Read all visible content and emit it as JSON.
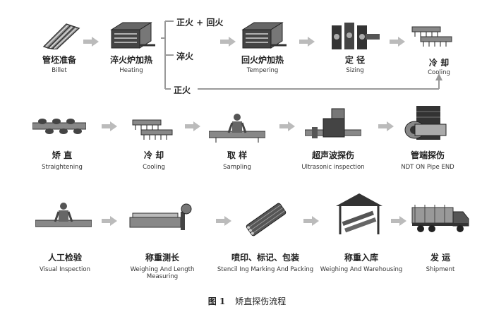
{
  "row1": [
    {
      "cn": "管坯准备",
      "en": "Billet",
      "icon": "billet-icon"
    },
    {
      "cn": "淬火炉加热",
      "en": "Heating",
      "icon": "furnace-icon"
    },
    {
      "cn": "回火炉加热",
      "en": "Tempering",
      "icon": "tempering-furnace-icon"
    },
    {
      "cn": "定 径",
      "en": "Sizing",
      "icon": "sizing-mill-icon"
    },
    {
      "cn": "冷 却",
      "en": "Cooling",
      "icon": "cooling-bed-icon"
    }
  ],
  "branches": [
    "正火 + 回火",
    "淬火",
    "正火"
  ],
  "row2": [
    {
      "cn": "矫 直",
      "en": "Straightening",
      "icon": "straightener-icon"
    },
    {
      "cn": "冷 却",
      "en": "Cooling",
      "icon": "cooling-bed-icon"
    },
    {
      "cn": "取 样",
      "en": "Sampling",
      "icon": "sampling-worker-icon"
    },
    {
      "cn": "超声波探伤",
      "en": "Ultrasonic inspection",
      "icon": "ultrasonic-icon"
    },
    {
      "cn": "管端探伤",
      "en": "NDT ON Pipe END",
      "icon": "pipe-end-ndt-icon"
    }
  ],
  "row3": [
    {
      "cn": "人工检验",
      "en": "Visual Inspection",
      "icon": "inspector-icon"
    },
    {
      "cn": "称重测长",
      "en": "Weighing And Length\nMeasuring",
      "icon": "scale-icon"
    },
    {
      "cn": "喷印、标记、包装",
      "en": "Stencil Ing Marking And Packing",
      "icon": "pipe-bundle-icon"
    },
    {
      "cn": "称重入库",
      "en": "Weighing And Warehousing",
      "icon": "warehouse-icon"
    },
    {
      "cn": "发 运",
      "en": "Shipment",
      "icon": "truck-icon"
    }
  ],
  "caption": {
    "num": "图 1",
    "title": "矫直探伤流程"
  }
}
